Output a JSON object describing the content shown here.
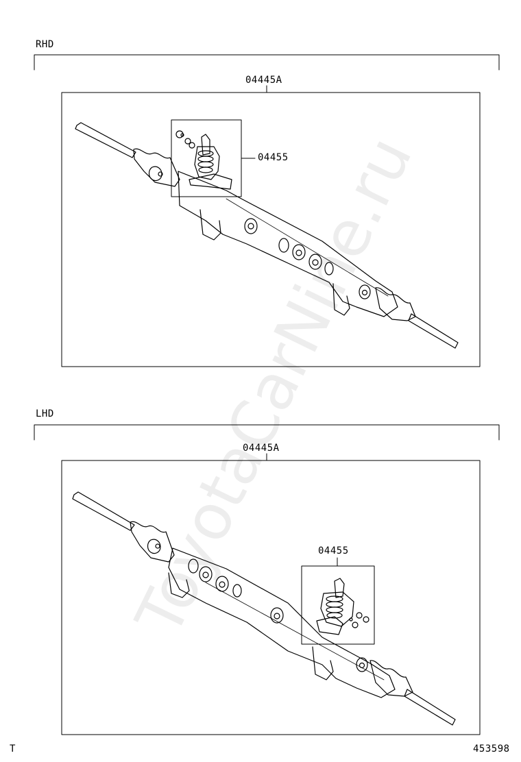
{
  "watermark": "ToyotaCarNine.ru",
  "sections": [
    {
      "variant": "RHD",
      "assembly_code": "04445A",
      "kit_code": "04455"
    },
    {
      "variant": "LHD",
      "assembly_code": "04445A",
      "kit_code": "04455"
    }
  ],
  "footer": {
    "left": "T",
    "right": "453598"
  }
}
